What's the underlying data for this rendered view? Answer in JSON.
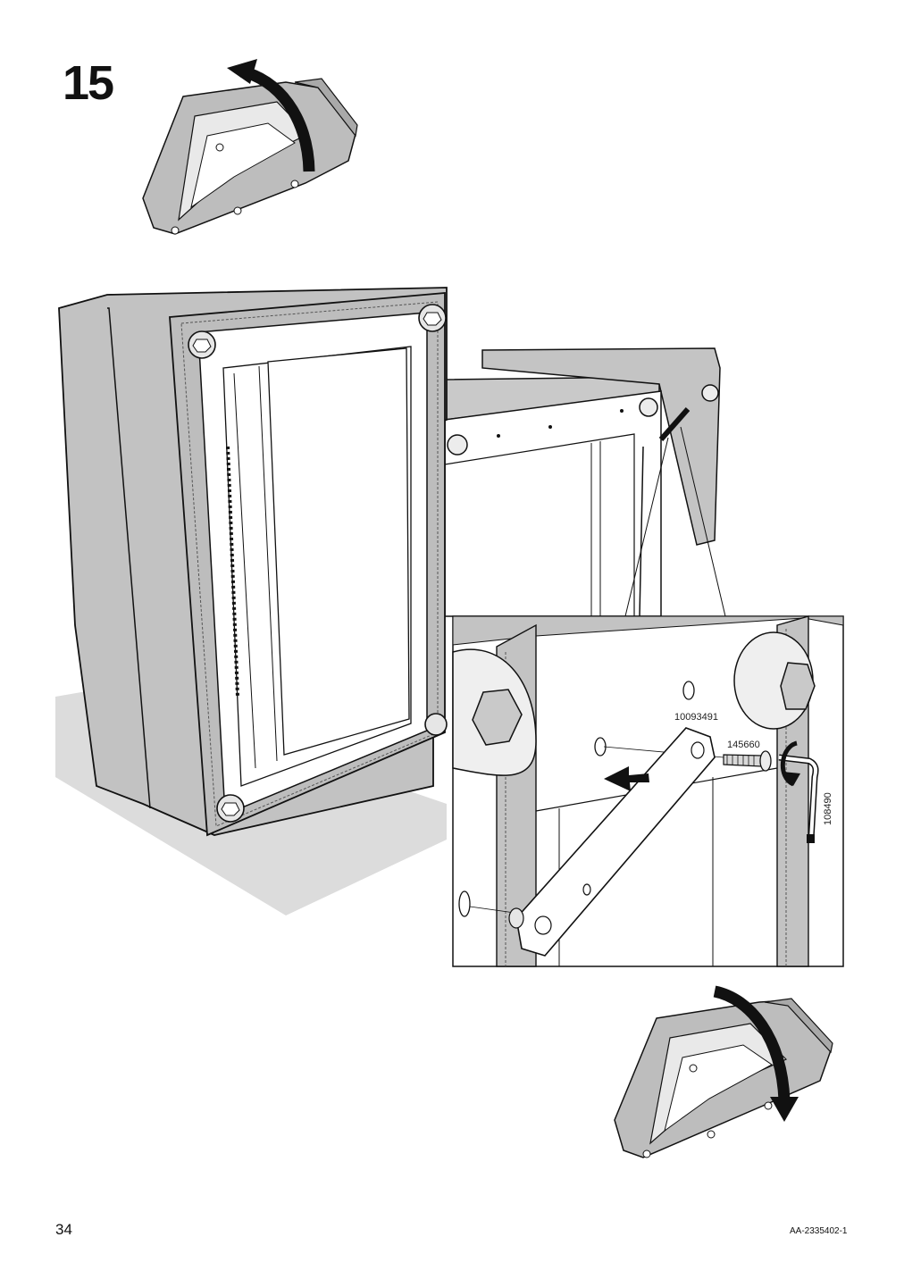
{
  "step": {
    "number": "15"
  },
  "detail": {
    "labels": {
      "screw_fitting": "10093491",
      "bolt": "145660",
      "allen_key": "108490"
    }
  },
  "footer": {
    "page_number": "34",
    "document_code": "AA-2335402-1"
  },
  "icons": [
    "rotate-up-arrow-icon",
    "rotate-down-arrow-icon",
    "push-arrow-icon",
    "turn-clockwise-arrow-icon"
  ]
}
